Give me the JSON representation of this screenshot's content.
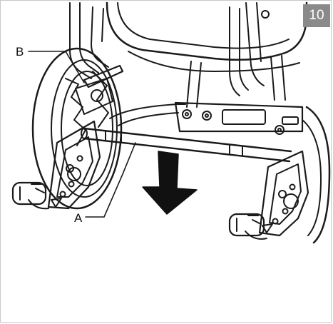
{
  "step_number": "10",
  "callouts": {
    "a": "A",
    "b": "B"
  },
  "icons": {
    "arrow": "down-arrow-icon"
  },
  "colors": {
    "line": "#1a1a1a",
    "badge_bg": "#8a8a8a",
    "badge_text": "#ffffff",
    "arrow_fill": "#111111"
  }
}
